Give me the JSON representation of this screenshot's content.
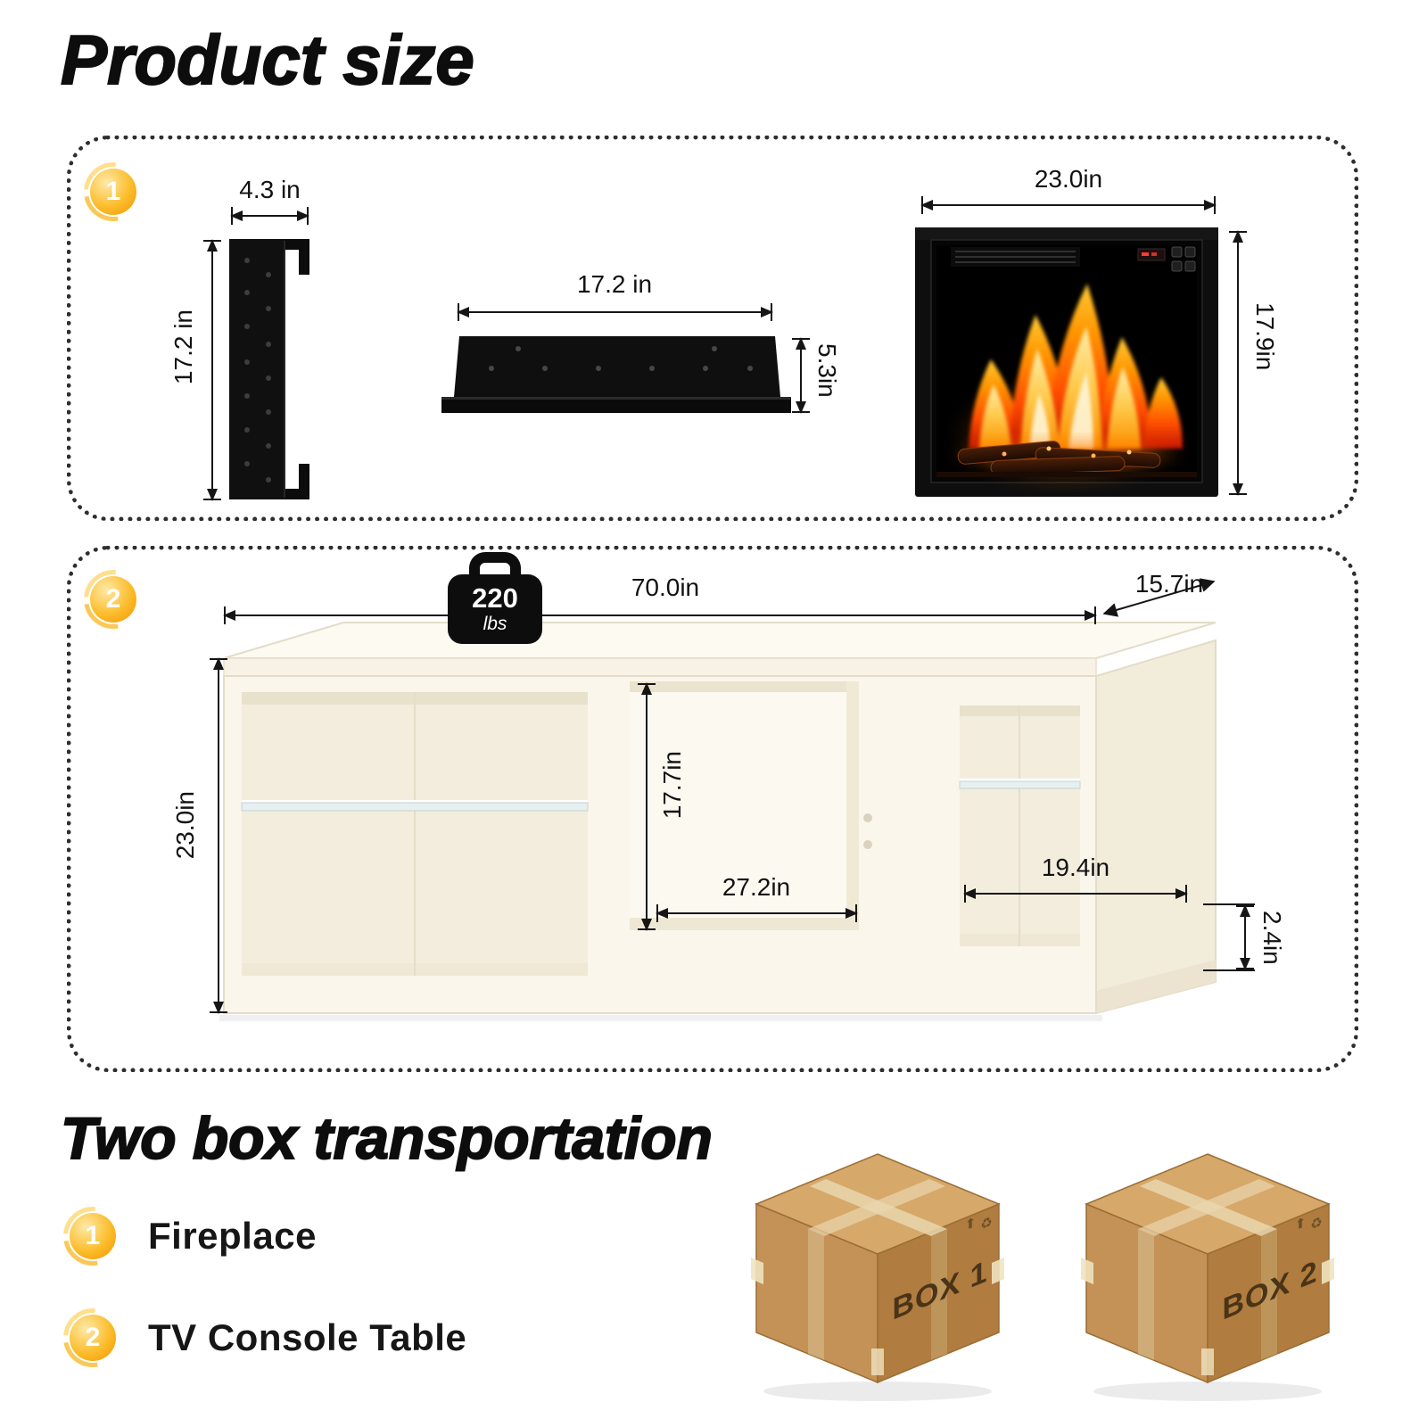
{
  "title": "Product size",
  "section1": {
    "badge": "1",
    "side_view": {
      "width": "4.3 in",
      "height": "17.2 in"
    },
    "top_view": {
      "width": "17.2 in",
      "height": "5.3in"
    },
    "front_view": {
      "width": "23.0in",
      "height": "17.9in"
    }
  },
  "section2": {
    "badge": "2",
    "weight_value": "220",
    "weight_unit": "lbs",
    "dims": {
      "width": "70.0in",
      "depth": "15.7in",
      "height": "23.0in",
      "middle_height": "17.7in",
      "middle_width": "27.2in",
      "right_width": "19.4in",
      "base_height": "2.4in"
    }
  },
  "transport": {
    "title": "Two box transportation",
    "items": [
      {
        "badge": "1",
        "label": "Fireplace"
      },
      {
        "badge": "2",
        "label": "TV Console Table"
      }
    ],
    "boxes": [
      {
        "label": "BOX 1"
      },
      {
        "label": "BOX 2"
      }
    ],
    "print_symbols": {
      "recycle": "♻",
      "up": "⬆"
    }
  },
  "colors": {
    "accent_orange": "#F9A825",
    "cardboard": "#C19154",
    "flame_orange": "#FF7A00",
    "console_white": "#FAF6EB"
  }
}
